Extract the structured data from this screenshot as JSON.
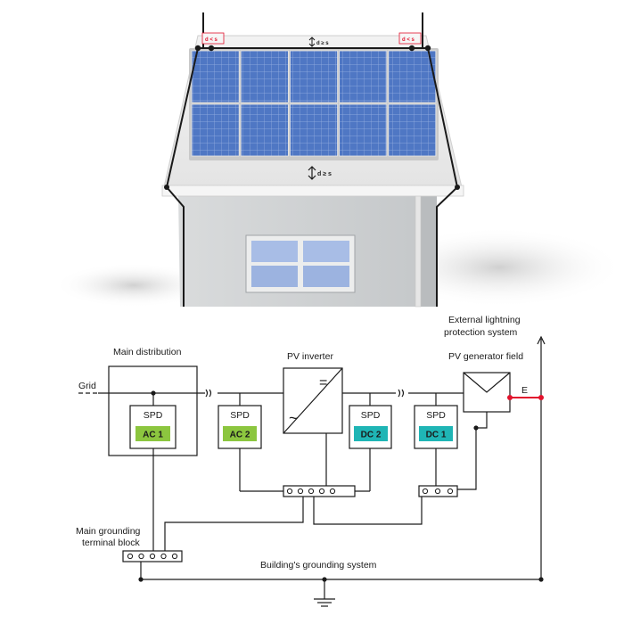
{
  "labels": {
    "main_distribution": "Main distribution",
    "pv_inverter": "PV inverter",
    "pv_generator_field": "PV generator field",
    "external_lps_line1": "External lightning",
    "external_lps_line2": "protection system",
    "grid": "Grid",
    "earth": "E",
    "main_grounding_line1": "Main grounding",
    "main_grounding_line2": "terminal block",
    "building_grounding": "Building's grounding system",
    "dc_symbol": "=",
    "ac_symbol": "~"
  },
  "spd": [
    {
      "title": "SPD",
      "badge": "AC 1",
      "color": "#8cc63f"
    },
    {
      "title": "SPD",
      "badge": "AC 2",
      "color": "#8cc63f"
    },
    {
      "title": "SPD",
      "badge": "DC 2",
      "color": "#1fb5b5"
    },
    {
      "title": "SPD",
      "badge": "DC 1",
      "color": "#1fb5b5"
    }
  ],
  "roof_labels": {
    "separation_top": "d ≥ s",
    "separation_bottom": "d ≥ s",
    "corner_left": "d < s",
    "corner_right": "d < s"
  },
  "colors": {
    "line": "#1a1a1a",
    "accent_red": "#e2132d",
    "panel_blue": "#4f77c4",
    "ac_green": "#8cc63f",
    "dc_teal": "#1fb5b5"
  }
}
